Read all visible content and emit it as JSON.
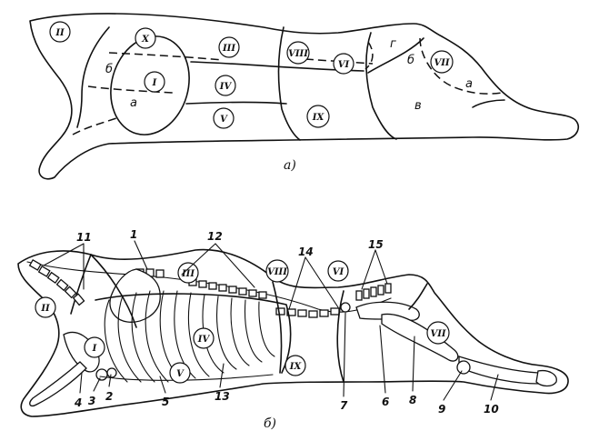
{
  "figure_a": {
    "caption": "а)",
    "regions": [
      {
        "id": "II",
        "text": "II"
      },
      {
        "id": "X",
        "text": "X"
      },
      {
        "id": "III",
        "text": "III"
      },
      {
        "id": "VIII",
        "text": "VIII"
      },
      {
        "id": "VI",
        "text": "VI"
      },
      {
        "id": "VII",
        "text": "VII"
      },
      {
        "id": "I",
        "text": "I"
      },
      {
        "id": "IV",
        "text": "IV"
      },
      {
        "id": "V",
        "text": "V"
      },
      {
        "id": "IX",
        "text": "IX"
      }
    ],
    "letters": {
      "b_front": "б",
      "a_front": "а",
      "g": "г",
      "b_rear": "б",
      "v": "в",
      "a_rear": "а"
    }
  },
  "figure_b": {
    "caption": "б)",
    "regions": [
      {
        "id": "II",
        "text": "II"
      },
      {
        "id": "III",
        "text": "III"
      },
      {
        "id": "VIII",
        "text": "VIII"
      },
      {
        "id": "VI",
        "text": "VI"
      },
      {
        "id": "I",
        "text": "I"
      },
      {
        "id": "IV",
        "text": "IV"
      },
      {
        "id": "V",
        "text": "V"
      },
      {
        "id": "IX",
        "text": "IX"
      },
      {
        "id": "VII",
        "text": "VII"
      }
    ],
    "numbers": [
      "11",
      "1",
      "12",
      "14",
      "15",
      "2",
      "3",
      "4",
      "5",
      "13",
      "7",
      "6",
      "8",
      "9",
      "10"
    ]
  }
}
